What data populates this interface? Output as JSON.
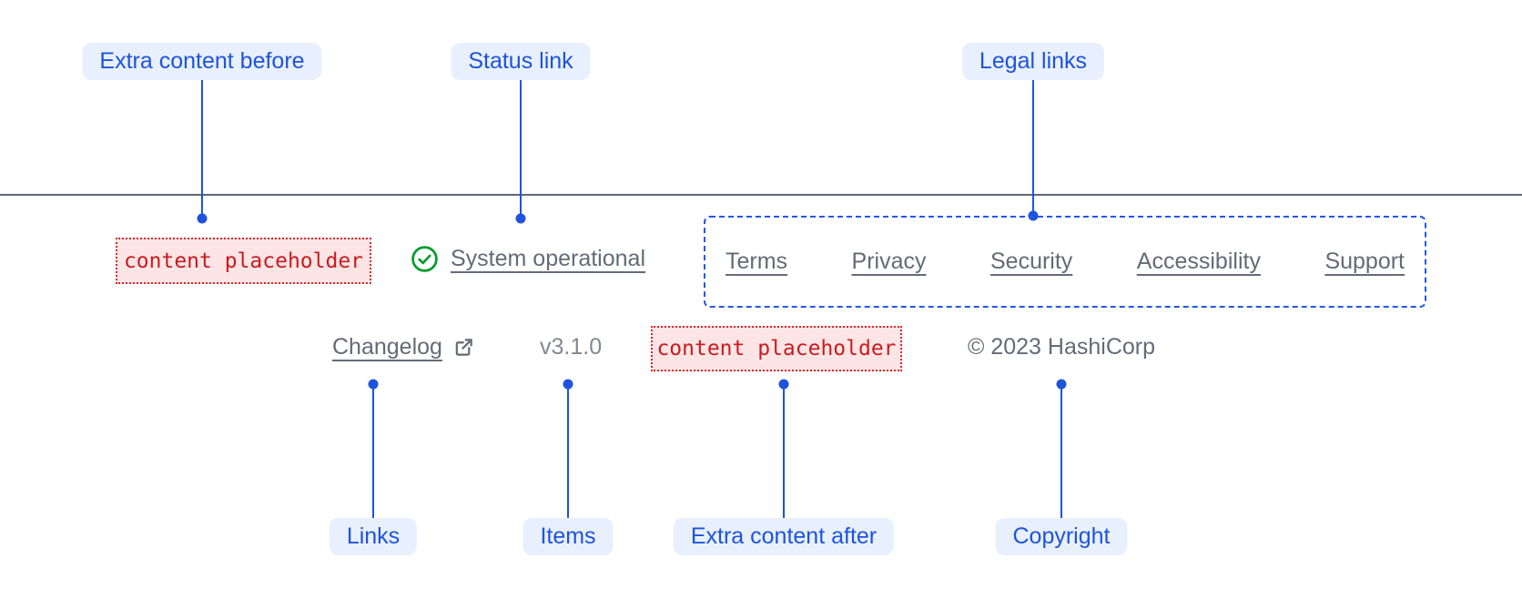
{
  "callouts": {
    "extra_content_before": "Extra content before",
    "status_link": "Status link",
    "legal_links": "Legal links",
    "links": "Links",
    "items": "Items",
    "extra_content_after": "Extra content after",
    "copyright": "Copyright"
  },
  "footer": {
    "placeholder_before": "content placeholder",
    "status_label": "System operational",
    "legal_links": [
      "Terms",
      "Privacy",
      "Security",
      "Accessibility",
      "Support"
    ],
    "changelog_label": "Changelog",
    "version": "v3.1.0",
    "placeholder_after": "content placeholder",
    "copyright_text": "© 2023 HashiCorp"
  },
  "colors": {
    "annotation_blue": "#1e53dd",
    "dashed_outline_blue": "#2458e6",
    "placeholder_red": "#e02429",
    "placeholder_bg": "#fde5e5",
    "success_green": "#069c2e",
    "text_gray": "#656a76",
    "divider_gray": "#63666e"
  }
}
